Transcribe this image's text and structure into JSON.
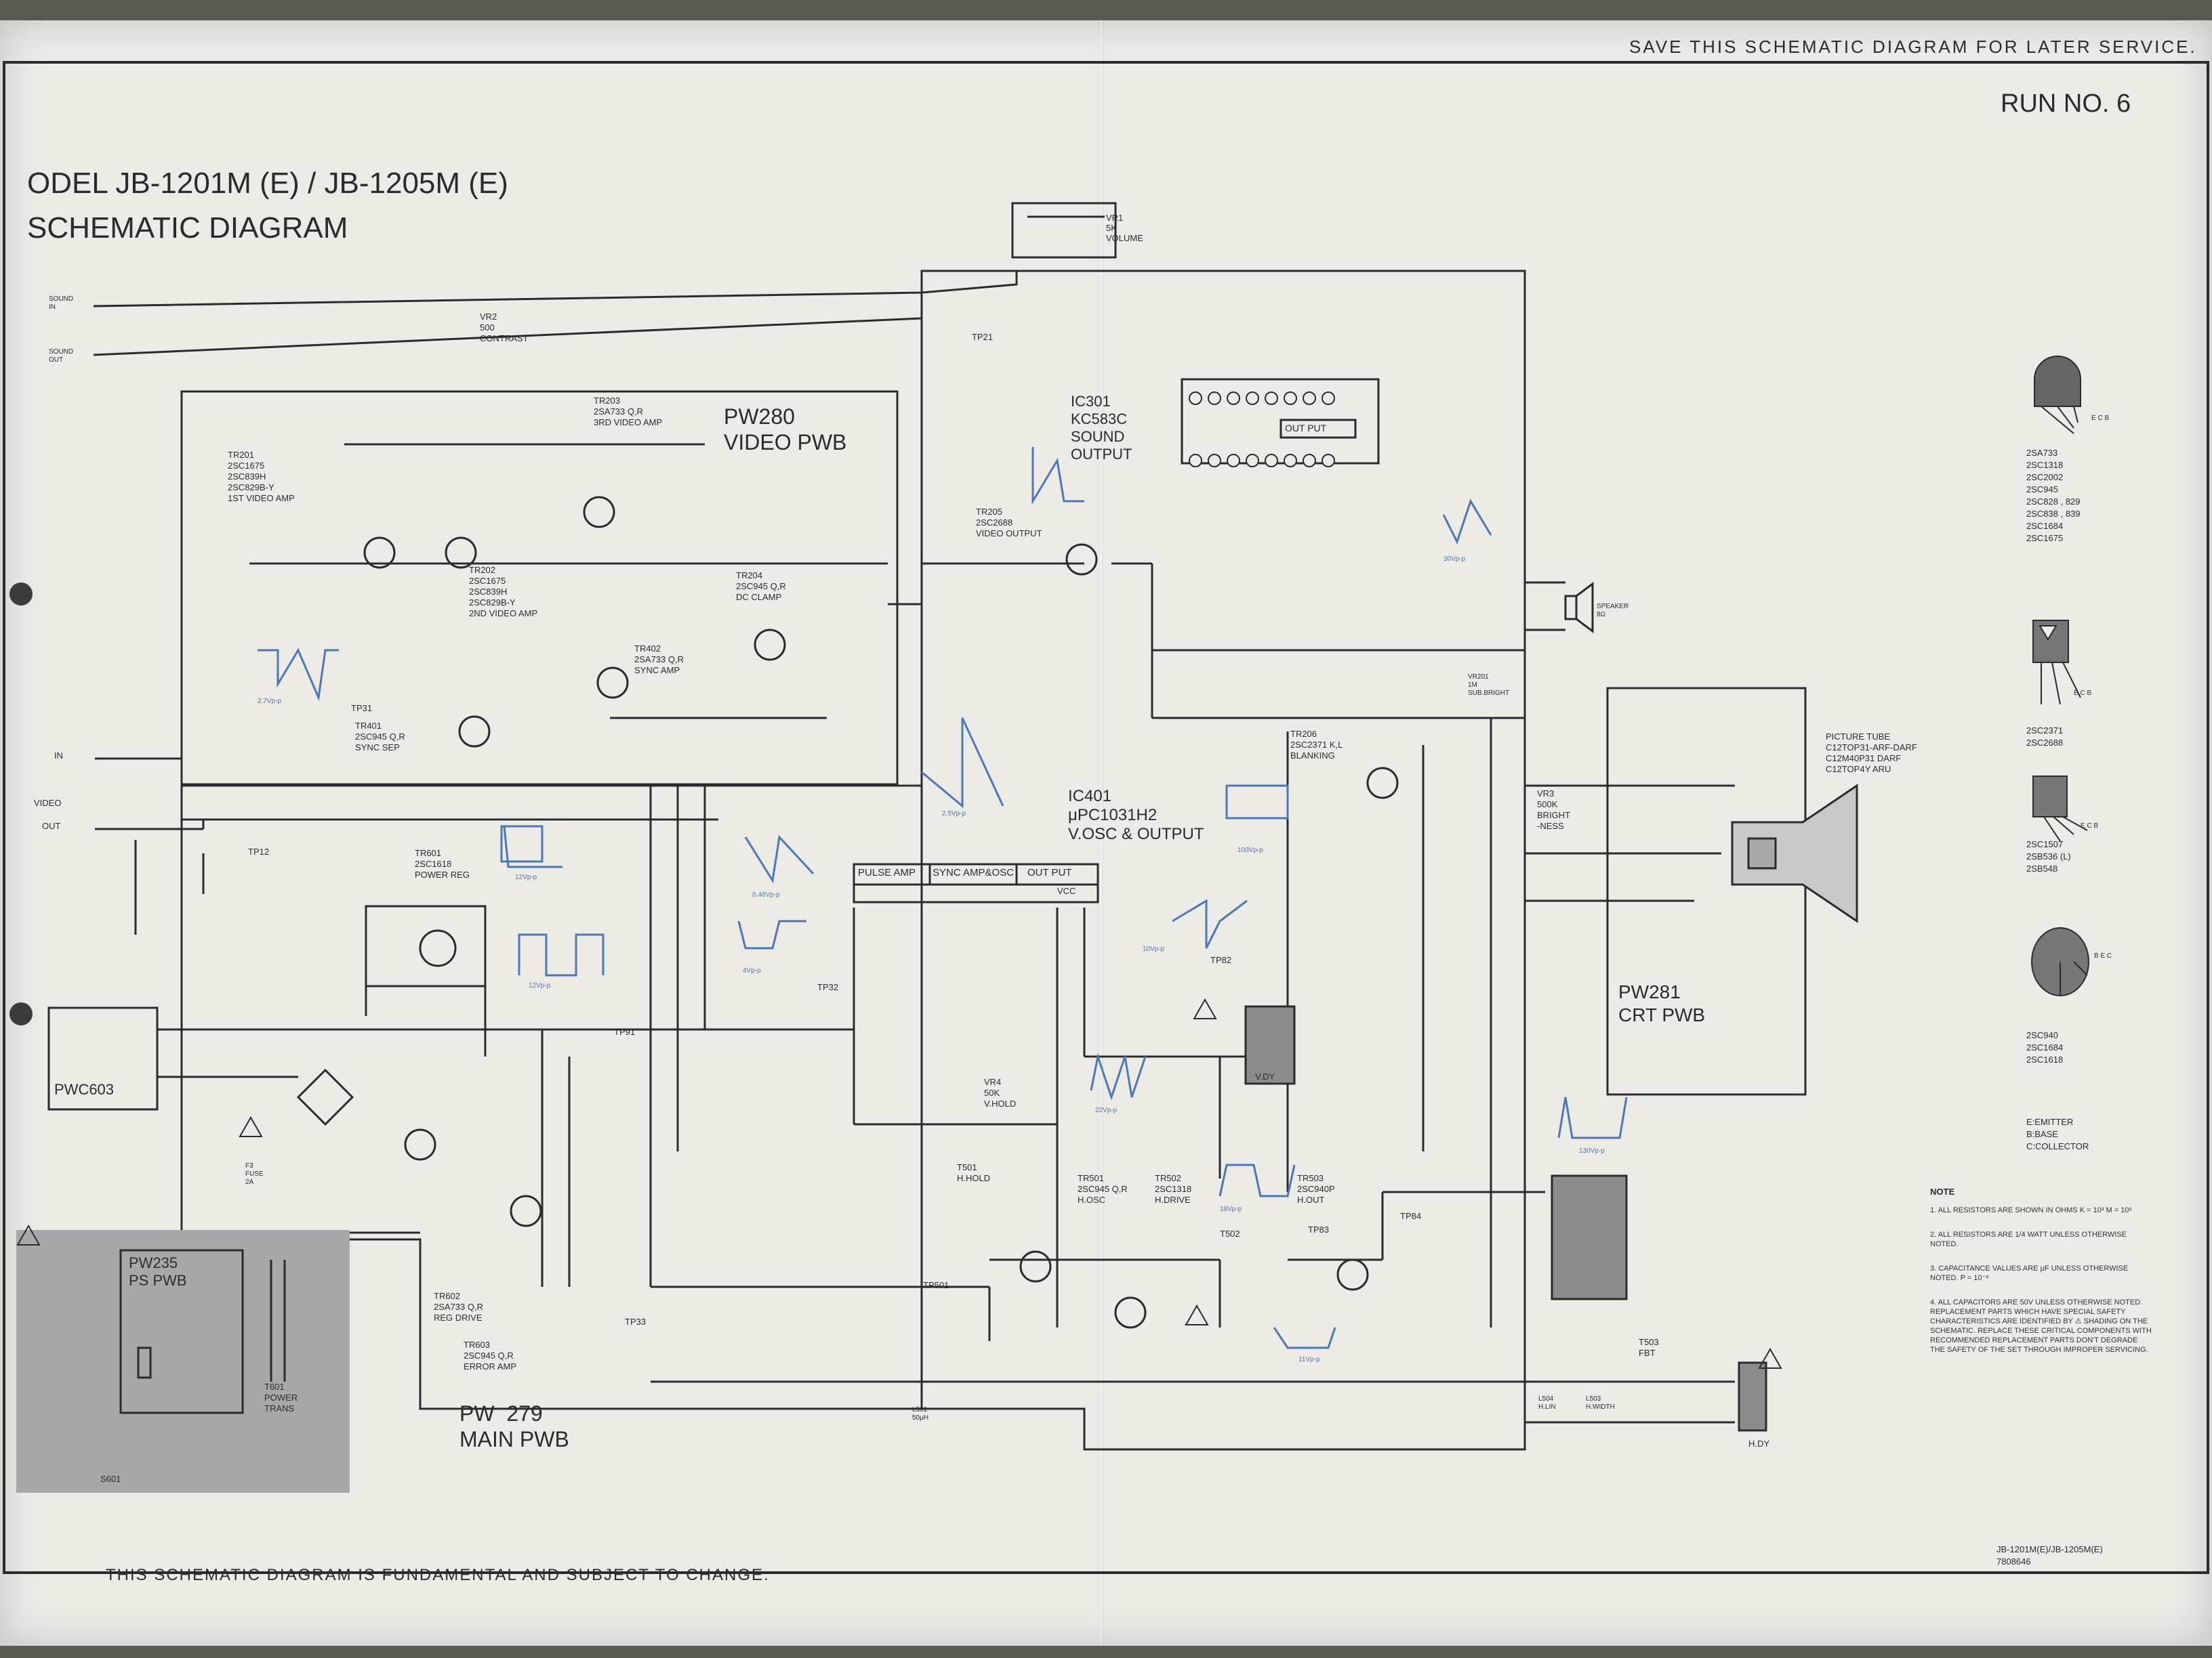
{
  "header": {
    "save_notice": "SAVE THIS SCHEMATIC DIAGRAM FOR LATER SERVICE.",
    "run_no": "RUN  NO. 6",
    "model_title": "ODEL  JB-1201M (E) / JB-1205M (E)",
    "diagram_title": "SCHEMATIC  DIAGRAM"
  },
  "footer": {
    "disclaimer": "THIS SCHEMATIC DIAGRAM IS FUNDAMENTAL AND SUBJECT TO CHANGE.",
    "model_ref": "JB-1201M(E)/JB-1205M(E)",
    "doc_no": "7808646"
  },
  "boards": {
    "video": "PW280\nVIDEO PWB",
    "main": "PW  279\nMAIN PWB",
    "crt": "PW281\nCRT PWB",
    "ps": "PW235\nPS PWB",
    "pwc": "PWC603"
  },
  "blocks": {
    "ic301": "IC301\nKC583C\nSOUND\nOUTPUT",
    "ic401": "IC401\nμPC1031H2\nV.OSC & OUTPUT",
    "ic401_sections": [
      "PULSE AMP",
      "SYNC AMP&OSC",
      "OUT PUT",
      "VCC"
    ],
    "ic301_out": "OUT PUT"
  },
  "controls": {
    "vr1": "VR1\n5K\nVOLUME",
    "vr2": "VR2\n500\nCONTRAST",
    "vr3": "VR3\n500K\nBRIGHT\n-NESS",
    "vr4": "VR4\n50K\nV.HOLD",
    "vr201": "VR201\n1M\nSUB.BRIGHT"
  },
  "transistors": [
    {
      "id": "tr201",
      "label": "TR201\n2SC1675\n2SC839H\n2SC829B-Y\n1ST VIDEO AMP"
    },
    {
      "id": "tr202",
      "label": "TR202\n2SC1675\n2SC839H\n2SC829B-Y\n2ND VIDEO AMP"
    },
    {
      "id": "tr203",
      "label": "TR203\n2SA733 Q,R\n3RD VIDEO AMP"
    },
    {
      "id": "tr204",
      "label": "TR204\n2SC945 Q,R\nDC CLAMP"
    },
    {
      "id": "tr205",
      "label": "TR205\n2SC2688\nVIDEO OUTPUT"
    },
    {
      "id": "tr206",
      "label": "TR206\n2SC2371 K,L\nBLANKING"
    },
    {
      "id": "tr401",
      "label": "TR401\n2SC945 Q,R\nSYNC SEP"
    },
    {
      "id": "tr402",
      "label": "TR402\n2SA733 Q,R\nSYNC AMP"
    },
    {
      "id": "tr501",
      "label": "TR501\n2SC945 Q,R\nH.OSC"
    },
    {
      "id": "tr502",
      "label": "TR502\n2SC1318\nH.DRIVE"
    },
    {
      "id": "tr503",
      "label": "TR503\n2SC940P\nH.OUT"
    },
    {
      "id": "tr601",
      "label": "TR601\n2SC1618\nPOWER REG"
    },
    {
      "id": "tr602",
      "label": "TR602\n2SA733 Q,R\nREG DRIVE"
    },
    {
      "id": "tr603",
      "label": "TR603\n2SC945 Q,R\nERROR AMP"
    }
  ],
  "connectors": {
    "sound_in": "SOUND\nIN",
    "sound_out": "SOUND\nOUT",
    "video_in": "IN",
    "video": "VIDEO",
    "video_out": "OUT",
    "speaker": "SPEAKER\n8Ω",
    "picture_tube": "PICTURE TUBE\nC12TOP31-ARF-DARF\nC12M40P31 DARF\nC12TOP4Y ARU",
    "t501": "T501\nH.HOLD",
    "t502": "T502",
    "t503": "T503\nFBT",
    "t601": "T601\nPOWER\nTRANS",
    "vdy": "V.DY",
    "hdy": "H.DY",
    "s601": "S601",
    "fuse": "F3\nFUSE\n2A",
    "l501": "L501\n50μH",
    "l503": "L503\nH.WIDTH",
    "l504": "L504\nH.LIN"
  },
  "test_points": [
    "TP21",
    "TP12",
    "TP31",
    "TP32",
    "TP33",
    "TP82",
    "TP83",
    "TP84",
    "TP91",
    "TP501"
  ],
  "transistor_legend": [
    {
      "name": "type-1",
      "parts": "2SA733\n2SC1318\n2SC2002\n2SC945\n2SC828 , 829\n2SC838 , 839\n2SC1684\n2SC1675",
      "pins": "E C B"
    },
    {
      "name": "type-2",
      "parts": "2SC2371\n2SC2688",
      "pins": "E C B"
    },
    {
      "name": "type-3",
      "parts": "2SC1507\n2SB536 (L)\n2SB548",
      "pins": "E C B"
    },
    {
      "name": "type-4",
      "parts": "2SC940\n2SC1684\n2SC1618",
      "pins": "B E C"
    }
  ],
  "pin_legend": "E:EMITTER\nB:BASE\nC:COLLECTOR",
  "notes_title": "NOTE",
  "notes": [
    "1. ALL RESISTORS ARE SHOWN IN OHMS K = 10³  M = 10⁶",
    "2. ALL RESISTORS ARE 1/4 WATT UNLESS OTHERWISE NOTED.",
    "3. CAPACITANCE VALUES ARE μF UNLESS OTHERWISE NOTED. P = 10⁻⁶",
    "4. ALL CAPACITORS ARE 50V UNLESS OTHERWISE NOTED. REPLACEMENT PARTS WHICH HAVE SPECIAL SAFETY CHARACTERISTICS ARE IDENTIFIED BY ⚠ SHADING ON THE SCHEMATIC. REPLACE THESE CRITICAL COMPONENTS WITH RECOMMENDED REPLACEMENT PARTS DON'T DEGRADE THE SAFETY OF THE SET THROUGH IMPROPER SERVICING."
  ],
  "waveforms": [
    "2.7Vp-p",
    "12Vp-p",
    "2.5Vp-p",
    "0.48Vp-p",
    "4Vp-p",
    "10Vp-p",
    "100Vp-p",
    "12Vp-p",
    "22Vp-p",
    "30Vp-p",
    "18Vp-p",
    "11Vp-p",
    "130Vp-p"
  ],
  "colors": {
    "paper": "#ecebe6",
    "ink": "#2b2b2d",
    "annotation_blue": "#4a78b8",
    "background": "#5b5852",
    "shade": "#8c8c8c"
  }
}
